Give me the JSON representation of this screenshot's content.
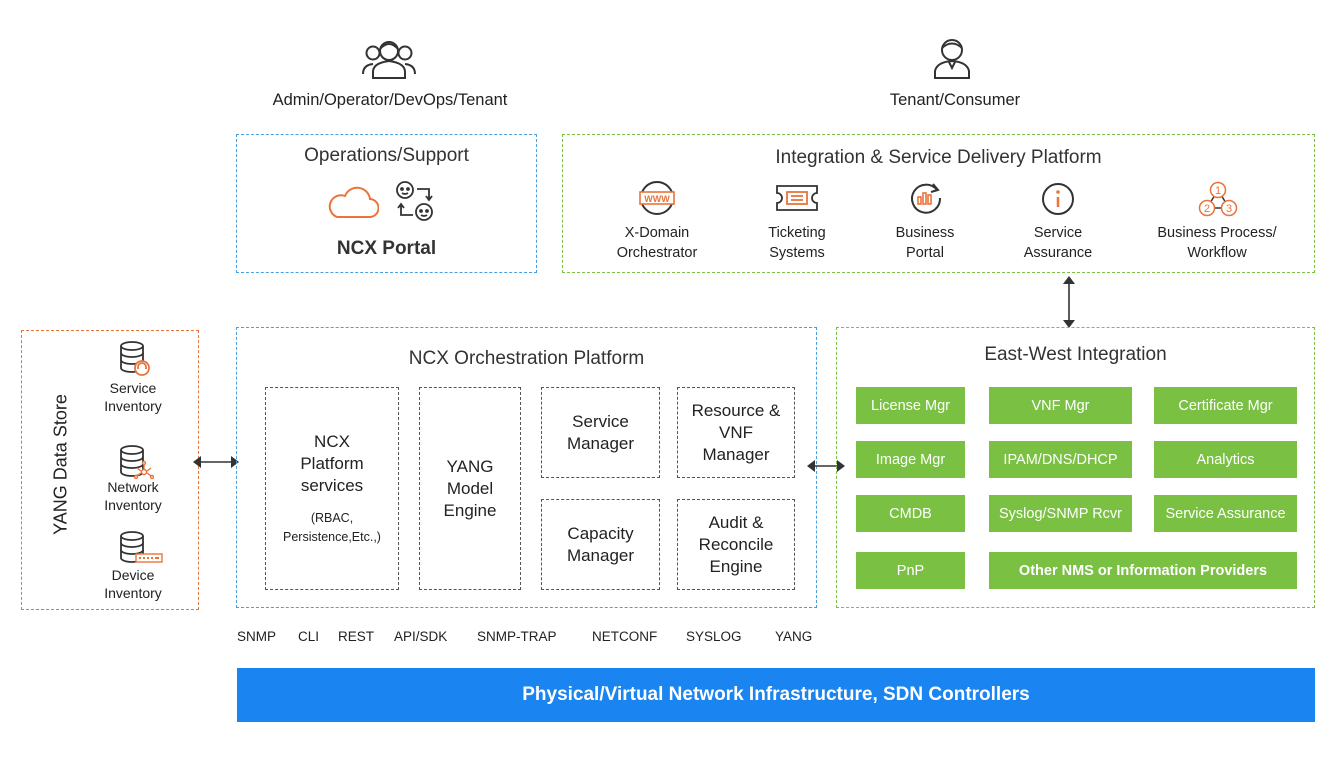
{
  "users": {
    "left_label": "Admin/Operator/DevOps/Tenant",
    "right_label": "Tenant/Consumer",
    "left_icon": "user-group-icon",
    "right_icon": "user-icon"
  },
  "ops_support": {
    "title": "Operations/Support",
    "portal": "NCX Portal",
    "icons": [
      "cloud-icon",
      "workflow-faces-icon"
    ]
  },
  "integration": {
    "title": "Integration & Service Delivery Platform",
    "items": [
      {
        "line1": "X-Domain",
        "line2": "Orchestrator",
        "icon": "www-icon"
      },
      {
        "line1": "Ticketing",
        "line2": "Systems",
        "icon": "ticket-icon"
      },
      {
        "line1": "Business",
        "line2": "Portal",
        "icon": "chart-gauge-icon"
      },
      {
        "line1": "Service",
        "line2": "Assurance",
        "icon": "info-icon"
      },
      {
        "line1": "Business Process/",
        "line2": "Workflow",
        "icon": "numbered-steps-icon"
      }
    ]
  },
  "yang_store": {
    "title": "YANG Data Store",
    "items": [
      {
        "line1": "Service",
        "line2": "Inventory",
        "icon": "database-headset-icon"
      },
      {
        "line1": "Network",
        "line2": "Inventory",
        "icon": "database-network-icon"
      },
      {
        "line1": "Device",
        "line2": "Inventory",
        "icon": "database-device-icon"
      }
    ]
  },
  "orchestration": {
    "title": "NCX Orchestration Platform",
    "platform_services": {
      "line1": "NCX",
      "line2": "Platform",
      "line3": "services",
      "sub1": "(RBAC,",
      "sub2": "Persistence,Etc.,)"
    },
    "yang_engine": {
      "line1": "YANG",
      "line2": "Model",
      "line3": "Engine"
    },
    "service_manager": {
      "line1": "Service",
      "line2": "Manager"
    },
    "resource_manager": {
      "line1": "Resource &",
      "line2": "VNF",
      "line3": "Manager"
    },
    "capacity_manager": {
      "line1": "Capacity",
      "line2": "Manager"
    },
    "audit_engine": {
      "line1": "Audit &",
      "line2": "Reconcile",
      "line3": "Engine"
    }
  },
  "east_west": {
    "title": "East-West Integration",
    "boxes": [
      "License Mgr",
      "VNF Mgr",
      "Certificate Mgr",
      "Image Mgr",
      "IPAM/DNS/DHCP",
      "Analytics",
      "CMDB",
      "Syslog/SNMP Rcvr",
      "Service Assurance",
      "PnP",
      "Other NMS or Information Providers"
    ]
  },
  "protocols": [
    "SNMP",
    "CLI",
    "REST",
    "API/SDK",
    "SNMP-TRAP",
    "NETCONF",
    "SYSLOG",
    "YANG"
  ],
  "infrastructure": "Physical/Virtual Network Infrastructure, SDN Controllers",
  "colors": {
    "blue": "#4a9fe0",
    "green": "#7ac143",
    "orange": "#e8743b",
    "bar": "#1a84f0"
  }
}
